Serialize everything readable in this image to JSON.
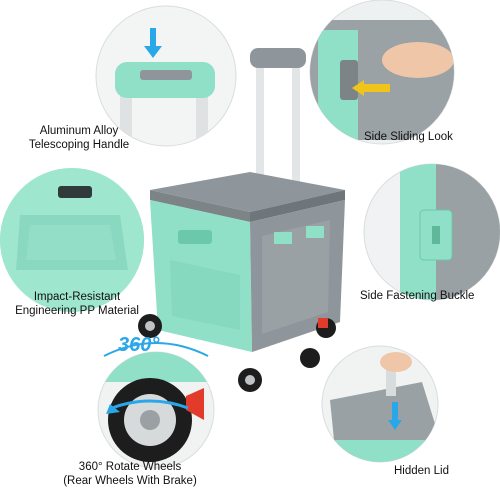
{
  "features": {
    "handle": {
      "line1": "Aluminum Alloy",
      "line2": "Telescoping Handle"
    },
    "slide_lock": {
      "label": "Side Sliding Look"
    },
    "material": {
      "line1": "Impact-Resistant",
      "line2": "Engineering PP Material"
    },
    "buckle": {
      "label": "Side Fastening Buckle"
    },
    "wheels": {
      "line1": "360° Rotate Wheels",
      "line2": "(Rear Wheels With Brake)"
    },
    "lid": {
      "label": "Hidden Lid"
    },
    "rotate_badge": "360°"
  },
  "colors": {
    "mint": "#8fe0c6",
    "mint_dark": "#6cc8aa",
    "gray": "#8f969b",
    "gray_dark": "#6f767b",
    "accent_blue": "#2aa7e8",
    "brake_red": "#e23b2b",
    "wheel_black": "#1d1d1d"
  }
}
